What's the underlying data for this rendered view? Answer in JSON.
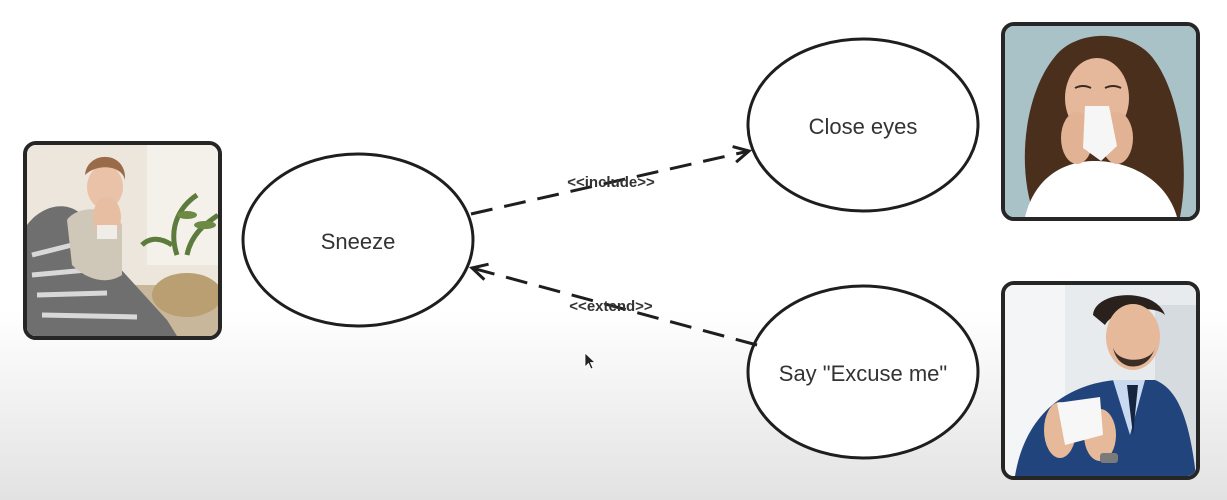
{
  "use_cases": {
    "sneeze": "Sneeze",
    "close_eyes": "Close eyes",
    "say_excuse_me": "Say \"Excuse me\""
  },
  "relationships": {
    "include": "<<include>>",
    "extend": "<<extend>>"
  },
  "colors": {
    "line": "#1e1e1e",
    "text": "#333333",
    "frame": "#262626"
  }
}
